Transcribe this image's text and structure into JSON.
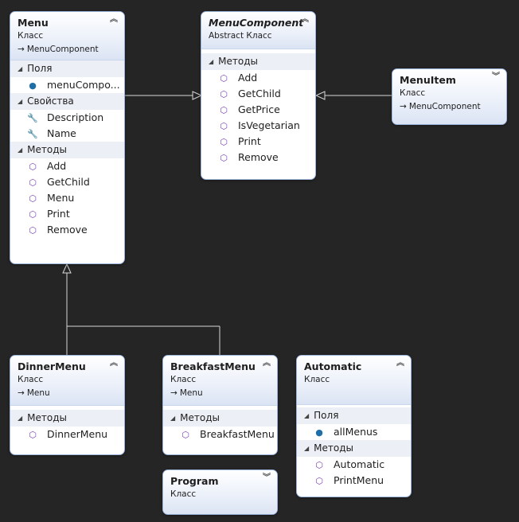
{
  "labels": {
    "fields": "Поля",
    "properties": "Свойства",
    "methods": "Методы"
  },
  "classes": {
    "menu": {
      "name": "Menu",
      "stereotype": "Класс",
      "parent": "MenuComponent",
      "fields": [
        "menuCompo..."
      ],
      "properties": [
        "Description",
        "Name"
      ],
      "methods": [
        "Add",
        "GetChild",
        "Menu",
        "Print",
        "Remove"
      ]
    },
    "menu_component": {
      "name": "MenuComponent",
      "stereotype": "Abstract Класс",
      "methods": [
        "Add",
        "GetChild",
        "GetPrice",
        "IsVegetarian",
        "Print",
        "Remove"
      ]
    },
    "menu_item": {
      "name": "MenuItem",
      "stereotype": "Класс",
      "parent": "MenuComponent"
    },
    "dinner_menu": {
      "name": "DinnerMenu",
      "stereotype": "Класс",
      "parent": "Menu",
      "methods": [
        "DinnerMenu"
      ]
    },
    "breakfast_menu": {
      "name": "BreakfastMenu",
      "stereotype": "Класс",
      "parent": "Menu",
      "methods": [
        "BreakfastMenu"
      ]
    },
    "automatic": {
      "name": "Automatic",
      "stereotype": "Класс",
      "fields": [
        "allMenus"
      ],
      "methods": [
        "Automatic",
        "PrintMenu"
      ]
    },
    "program": {
      "name": "Program",
      "stereotype": "Класс"
    }
  },
  "icons": {
    "method": "method-cube-icon",
    "field": "field-lock-icon",
    "property": "property-wrench-icon",
    "collapse": "double-chevron-up-icon",
    "expand": "double-chevron-down-icon"
  },
  "colors": {
    "background": "#252526",
    "box_border": "#9bb4dc",
    "connector": "#d8d8d8",
    "method_icon": "#7a3fb0",
    "field_icon": "#1e6fa8"
  }
}
